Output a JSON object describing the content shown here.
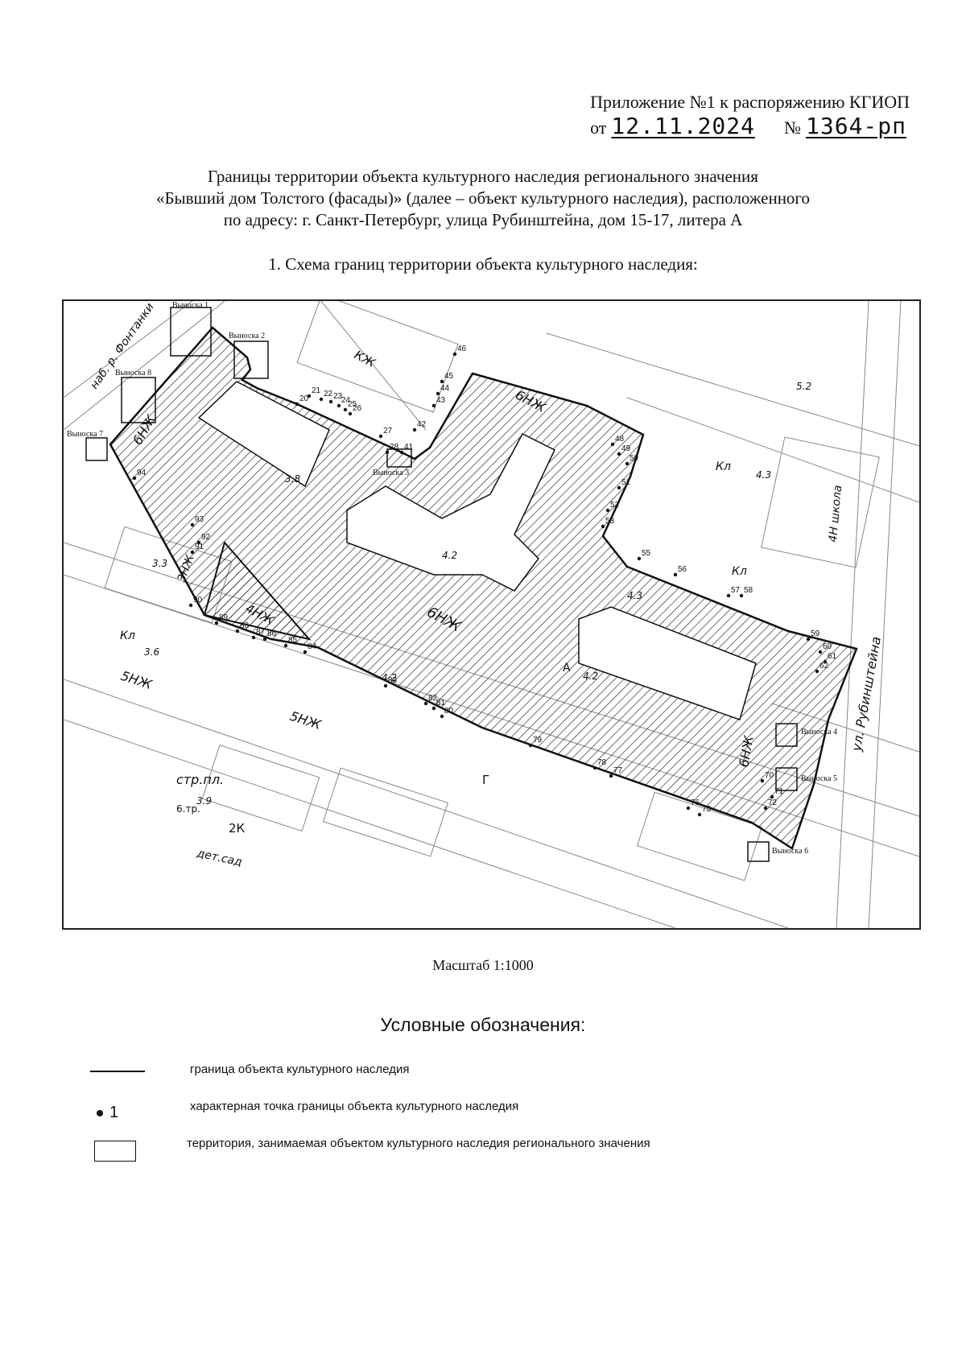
{
  "header": {
    "line1": "Приложение №1 к распоряжению КГИОП",
    "ot_label": "от",
    "date": "12.11.2024",
    "no_label": "№",
    "number": "1364-рп"
  },
  "title": {
    "line1": "Границы территории объекта культурного наследия регионального значения",
    "line2": "«Бывший дом Толстого (фасады)» (далее – объект культурного наследия), расположенного",
    "line3": "по адресу: г. Санкт-Петербург, улица Рубинштейна, дом 15-17, литера А"
  },
  "section_heading": "1.   Схема границ территории объекта культурного наследия:",
  "map": {
    "callouts": [
      "Выноска 1",
      "Выноска 2",
      "Выноска 3",
      "Выноска 4",
      "Выноска 5",
      "Выноска 6",
      "Выноска 7",
      "Выноска 8"
    ],
    "labels": {
      "lbl_6nzh_main": "6НЖ",
      "lbl_6nzh_2": "6НЖ",
      "lbl_6nzh_3": "6НЖ",
      "lbl_6nzh_4": "6НЖ",
      "lbl_5nzh": "5НЖ",
      "lbl_5nzh_2": "5НЖ",
      "lbl_4nzh": "4НЖ",
      "lbl_3nzh": "3НЖ",
      "lbl_kzh": "КЖ",
      "lbl_kl": "Кл",
      "lbl_kl_2": "Кл",
      "lbl_kl_3": "Кл",
      "lbl_a": "А",
      "lbl_4n_school": "4Н школа",
      "lbl_strpl": "стр.пл.",
      "lbl_detsad": "дет.сад",
      "lbl_2k": "2К",
      "lbl_g": "Г",
      "lbl_6tr": "6.тр.",
      "lbl_rubinshteina": "ул. Рубинштейна",
      "lbl_fontanka": "наб. р. Фонтанки",
      "lbl_elev_38": "3.8",
      "lbl_elev_42": "4.2",
      "lbl_elev_42b": "4.2",
      "lbl_elev_42c": "4.2",
      "lbl_elev_43": "4.3",
      "lbl_elev_52": "5.2",
      "lbl_elev_33": "3.3",
      "lbl_elev_36": "3.6",
      "lbl_elev_39": "3.9",
      "lbl_elev_43b": "4.3"
    },
    "points": [
      "20",
      "21",
      "22",
      "23",
      "24",
      "25",
      "26",
      "27",
      "28",
      "41",
      "42",
      "43",
      "44",
      "45",
      "46",
      "48",
      "49",
      "50",
      "51",
      "52",
      "53",
      "55",
      "56",
      "57",
      "58",
      "59",
      "60",
      "61",
      "62",
      "70",
      "71",
      "72",
      "75",
      "76",
      "77",
      "78",
      "79",
      "80",
      "81",
      "82",
      "83",
      "84",
      "85",
      "86",
      "87",
      "88",
      "89",
      "90",
      "91",
      "92",
      "93",
      "94"
    ]
  },
  "scale": "Масштаб 1:1000",
  "legend": {
    "title": "Условные обозначения:",
    "boundary": "граница объекта культурного наследия",
    "point_sample": "1",
    "point": "характерная точка границы объекта культурного наследия",
    "territory": "территория, занимаемая объектом культурного наследия регионального значения"
  }
}
